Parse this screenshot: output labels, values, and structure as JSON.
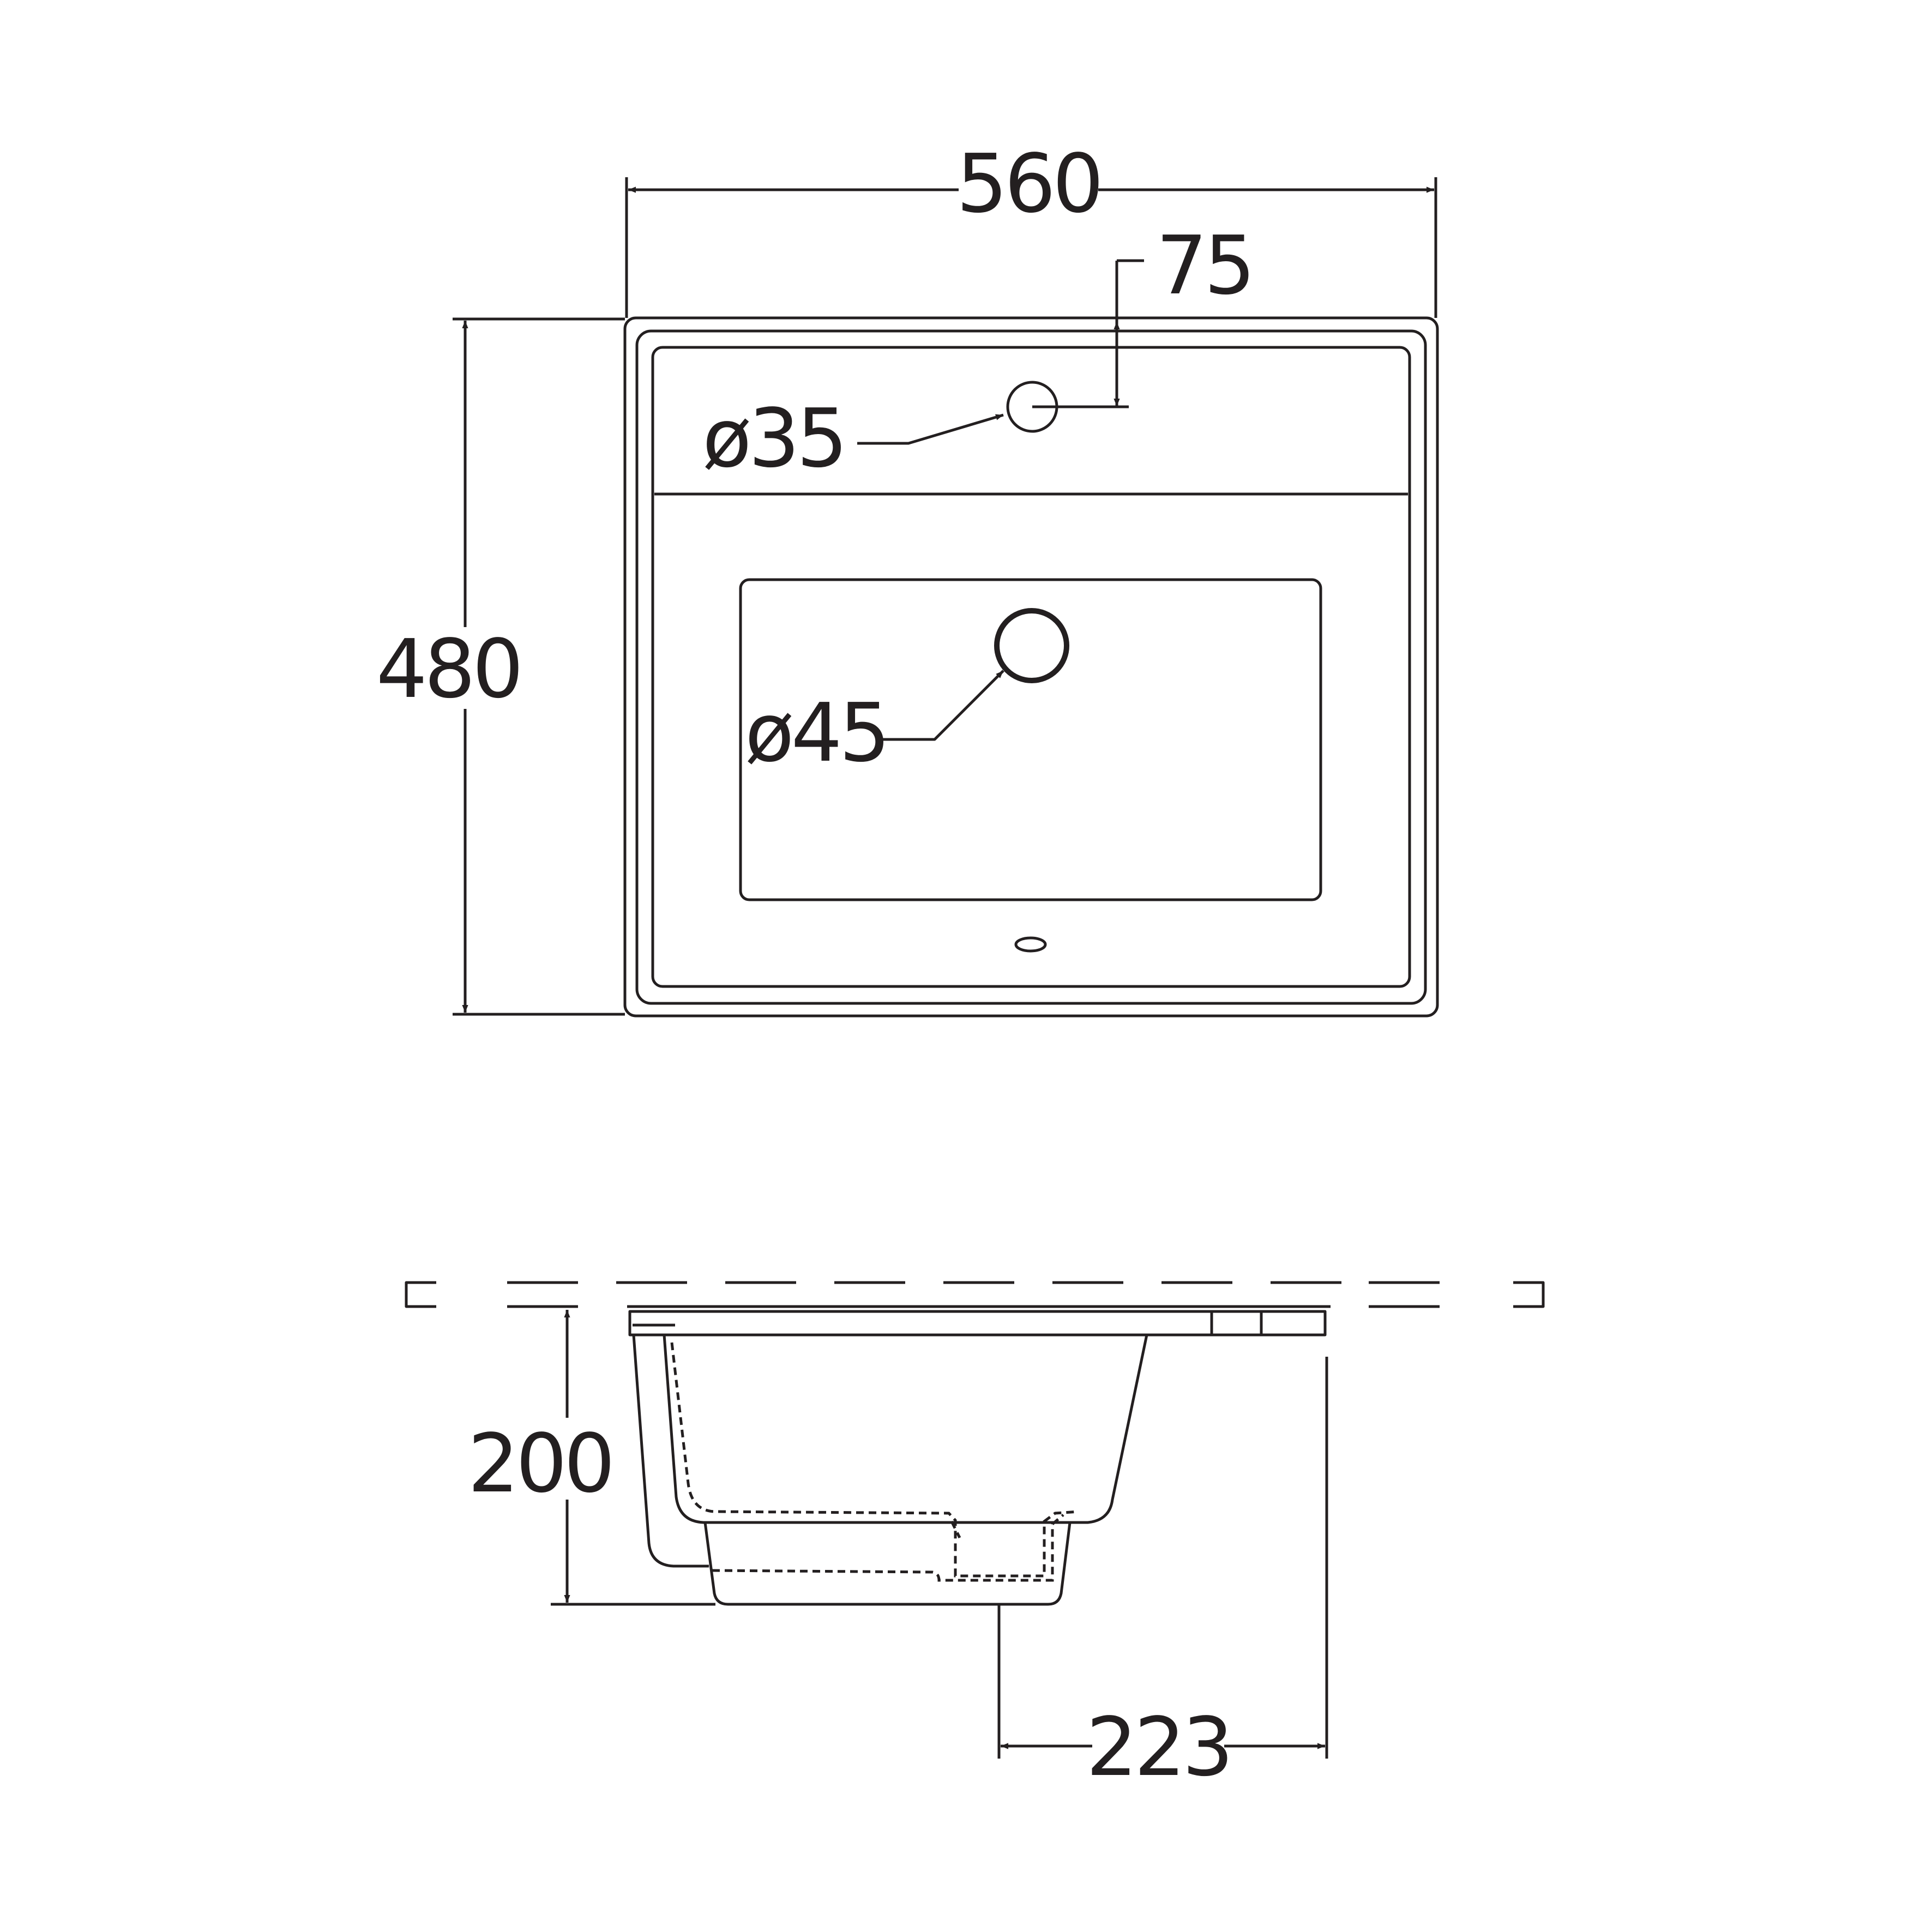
{
  "dimensions": {
    "width": "560",
    "depth": "480",
    "tap_offset": "75",
    "tap_hole": "ø35",
    "drain": "ø45",
    "height": "200",
    "drain_offset": "223"
  },
  "colors": {
    "line": "#231f20",
    "background": "#ffffff"
  }
}
